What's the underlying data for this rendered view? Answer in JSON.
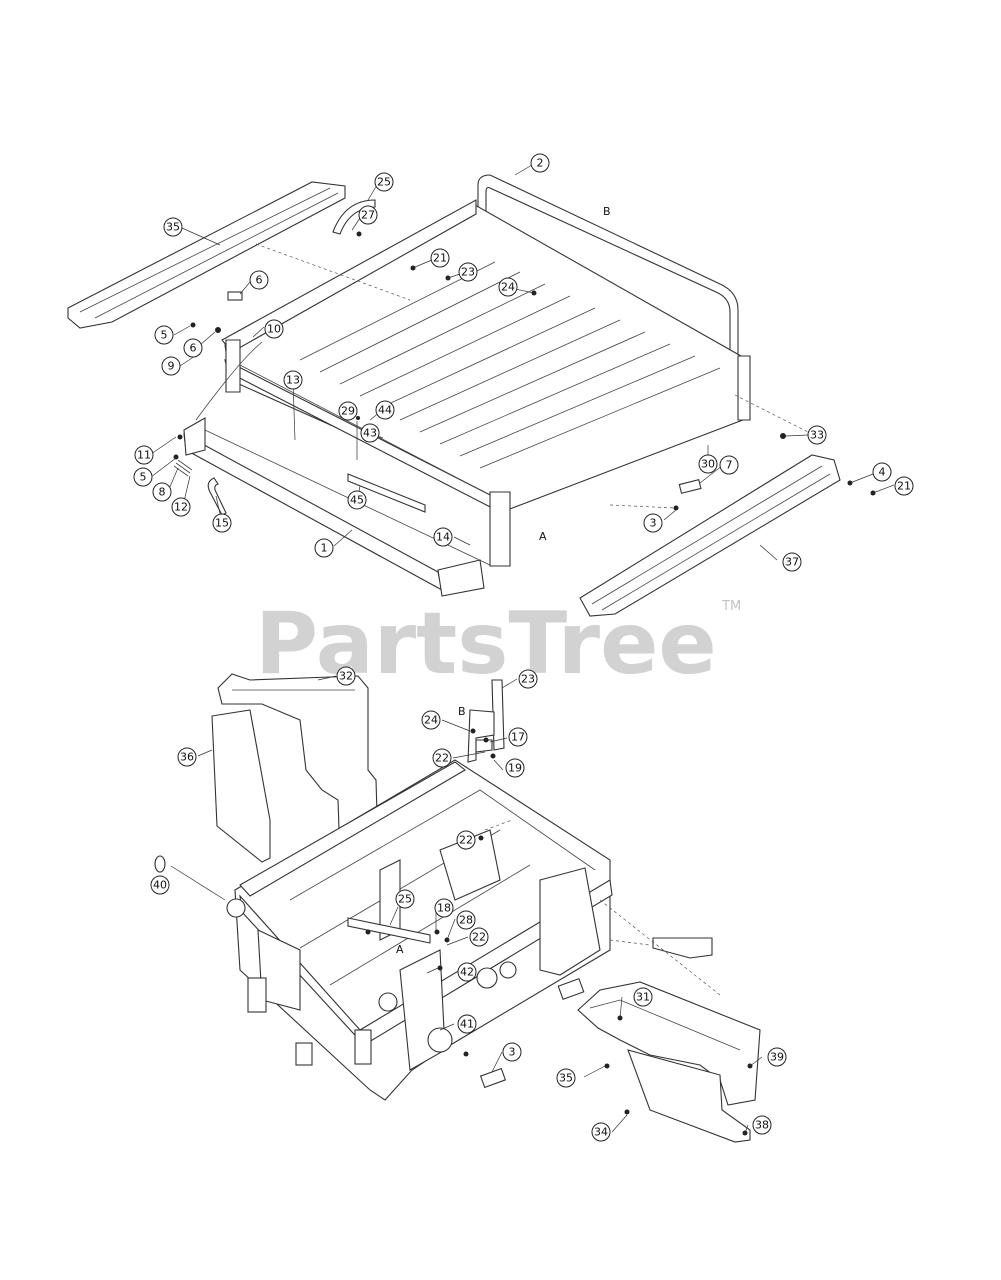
{
  "watermark": {
    "text": "PartsTree",
    "tm": "TM"
  },
  "reference_letters": {
    "a_top": "A",
    "b_top": "B",
    "a_frame": "A",
    "b_bracket": "B"
  },
  "callouts": {
    "c2": "2",
    "c25a": "25",
    "c27a": "27",
    "c35a": "35",
    "c6a": "6",
    "c21a": "21",
    "c23a": "23",
    "c24a": "24",
    "c5a": "5",
    "c6b": "6",
    "c10": "10",
    "c9": "9",
    "c13": "13",
    "c29": "29",
    "c44": "44",
    "c43": "43",
    "c11": "11",
    "c5b": "5",
    "c8": "8",
    "c12": "12",
    "c15": "15",
    "c45": "45",
    "c1": "1",
    "c14": "14",
    "c33": "33",
    "c30": "30",
    "c7": "7",
    "c4": "4",
    "c21b": "21",
    "c3a": "3",
    "c37": "37",
    "c32": "32",
    "c36": "36",
    "c23b": "23",
    "c24b": "24",
    "c17": "17",
    "c22a": "22",
    "c19": "19",
    "c22b": "22",
    "c40": "40",
    "c25b": "25",
    "c18": "18",
    "c28": "28",
    "c22c": "22",
    "c42": "42",
    "c41": "41",
    "c31": "31",
    "c3b": "3",
    "c39": "39",
    "c35b": "35",
    "c34": "34",
    "c38": "38"
  }
}
